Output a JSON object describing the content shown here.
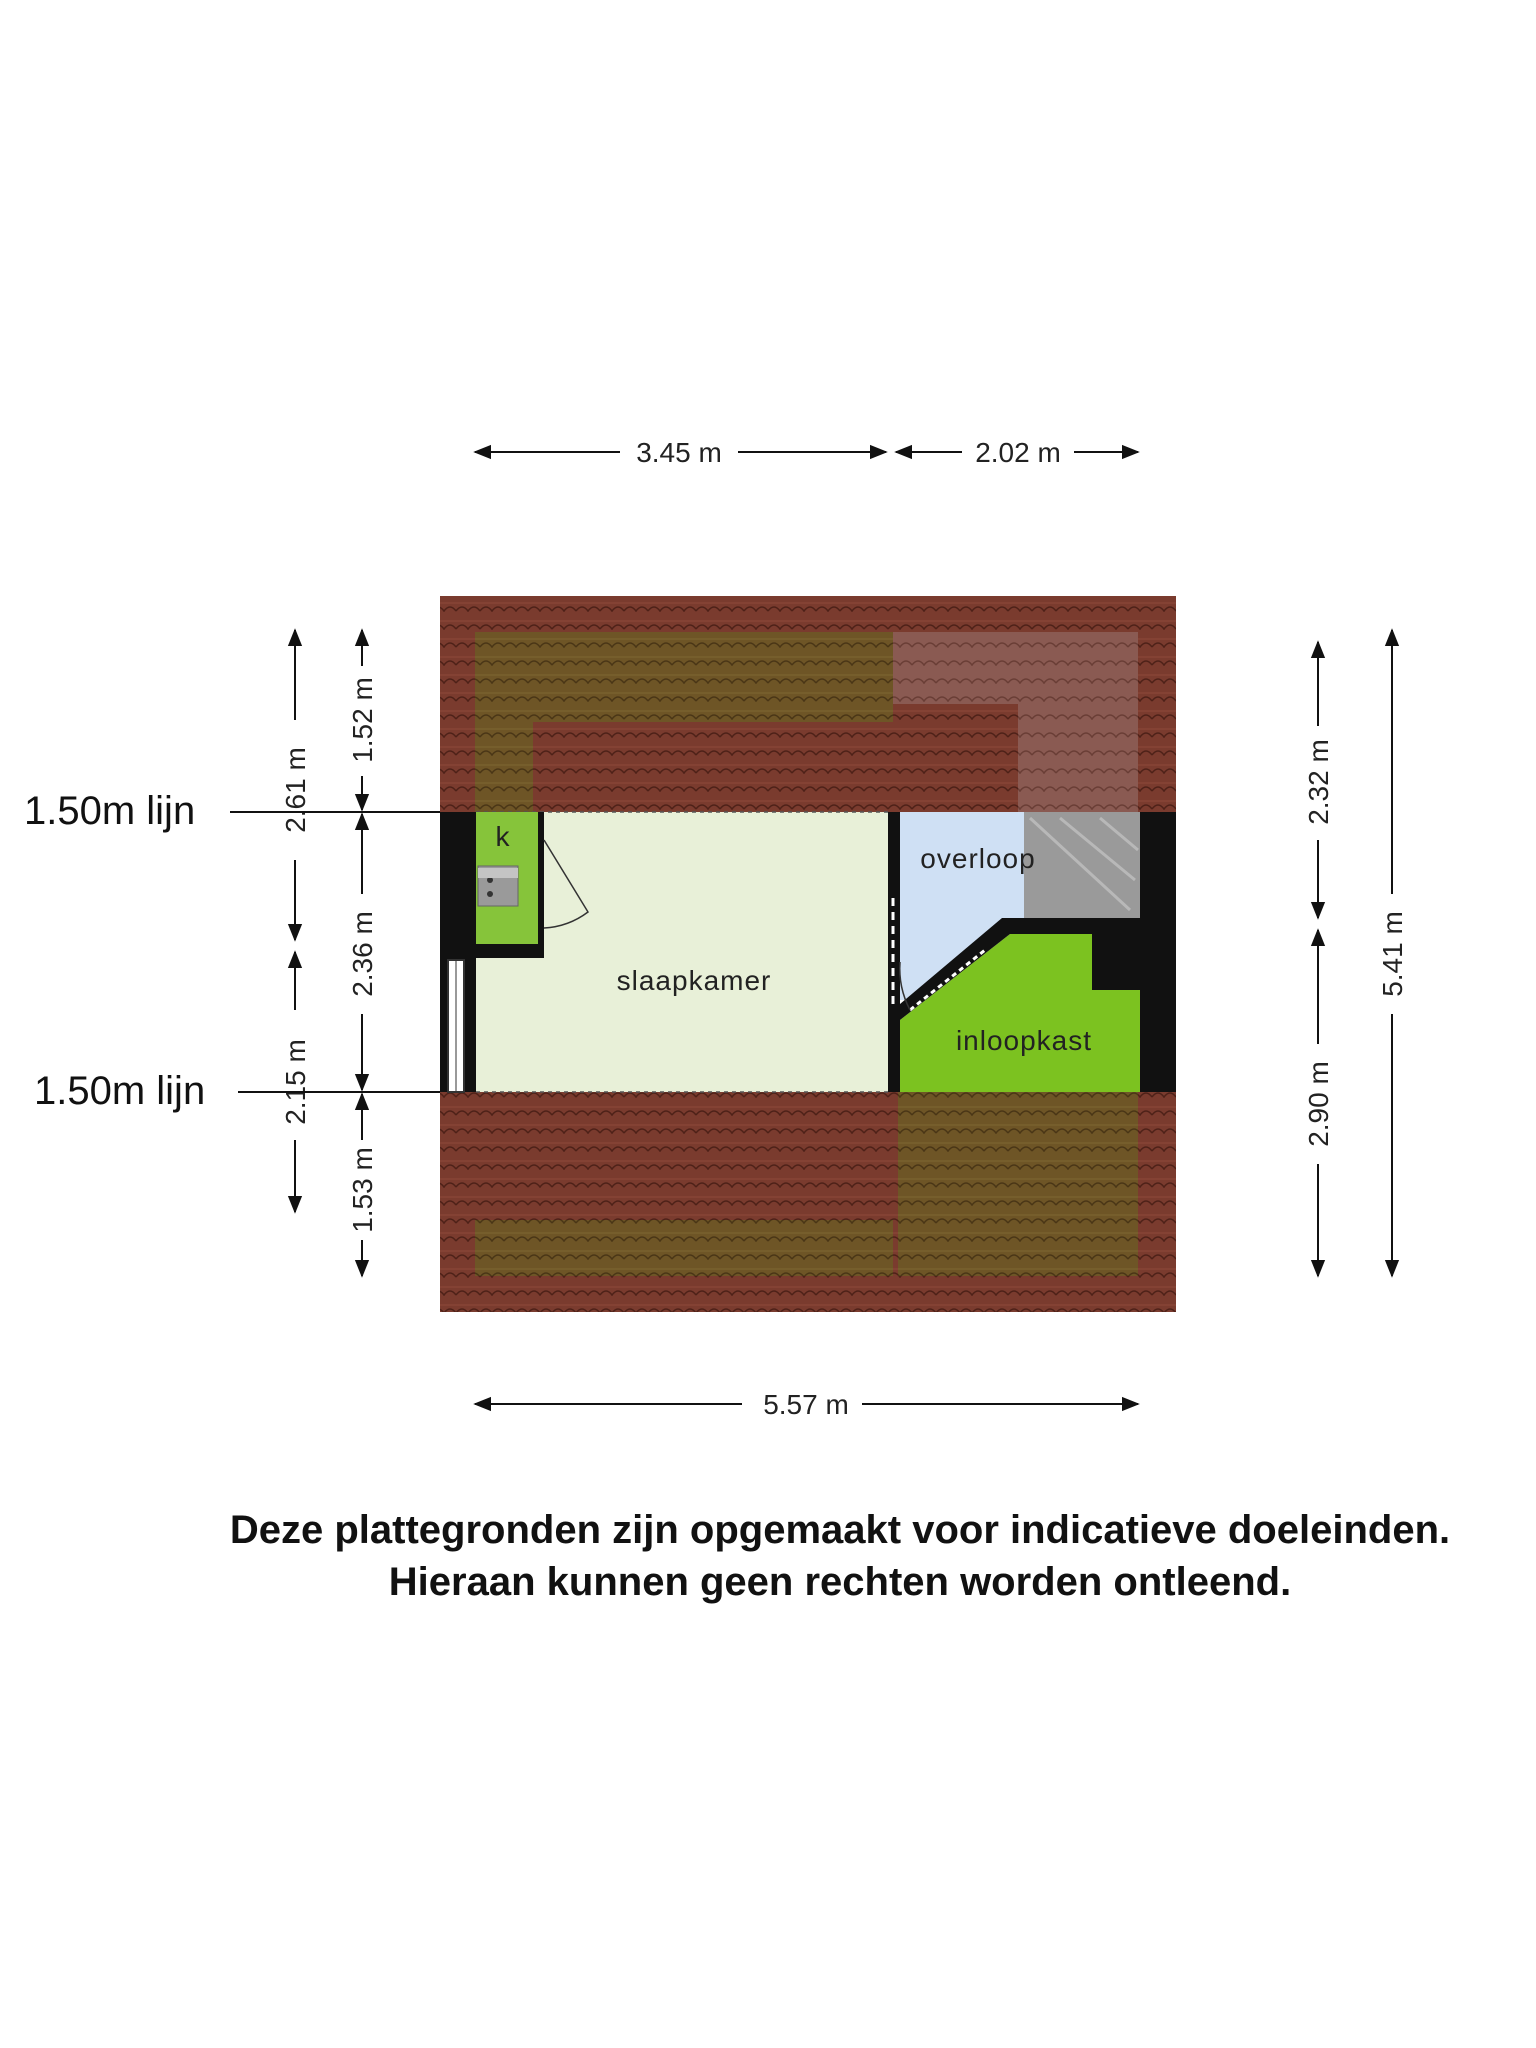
{
  "rooms": {
    "slaapkamer": "slaapkamer",
    "overloop": "overloop",
    "inloopkast": "inloopkast",
    "keuken": "k"
  },
  "dimensions": {
    "top_left": "3.45 m",
    "top_right": "2.02 m",
    "bottom": "5.57 m",
    "left_outer_top": "2.61 m",
    "left_outer_bottom": "2.15 m",
    "left_inner_top": "1.52 m",
    "left_inner_middle": "2.36 m",
    "left_inner_bottom": "1.53 m",
    "right_inner_top": "2.32 m",
    "right_inner_bottom": "2.90 m",
    "right_outer": "5.41 m"
  },
  "lines": {
    "upper": "1.50m lijn",
    "lower": "1.50m lijn"
  },
  "disclaimer": {
    "line1": "Deze plattegronden zijn opgemaakt voor indicatieve doeleinden.",
    "line2": "Hieraan kunnen geen rechten worden ontleend."
  },
  "colors": {
    "roof": "#7a3b2e",
    "roof_olive": "#6b5a2a",
    "slaapkamer": "#e8f0d8",
    "overloop": "#cfe0f4",
    "inloopkast": "#7cc220",
    "keuken": "#86c43a",
    "wall": "#111111"
  }
}
